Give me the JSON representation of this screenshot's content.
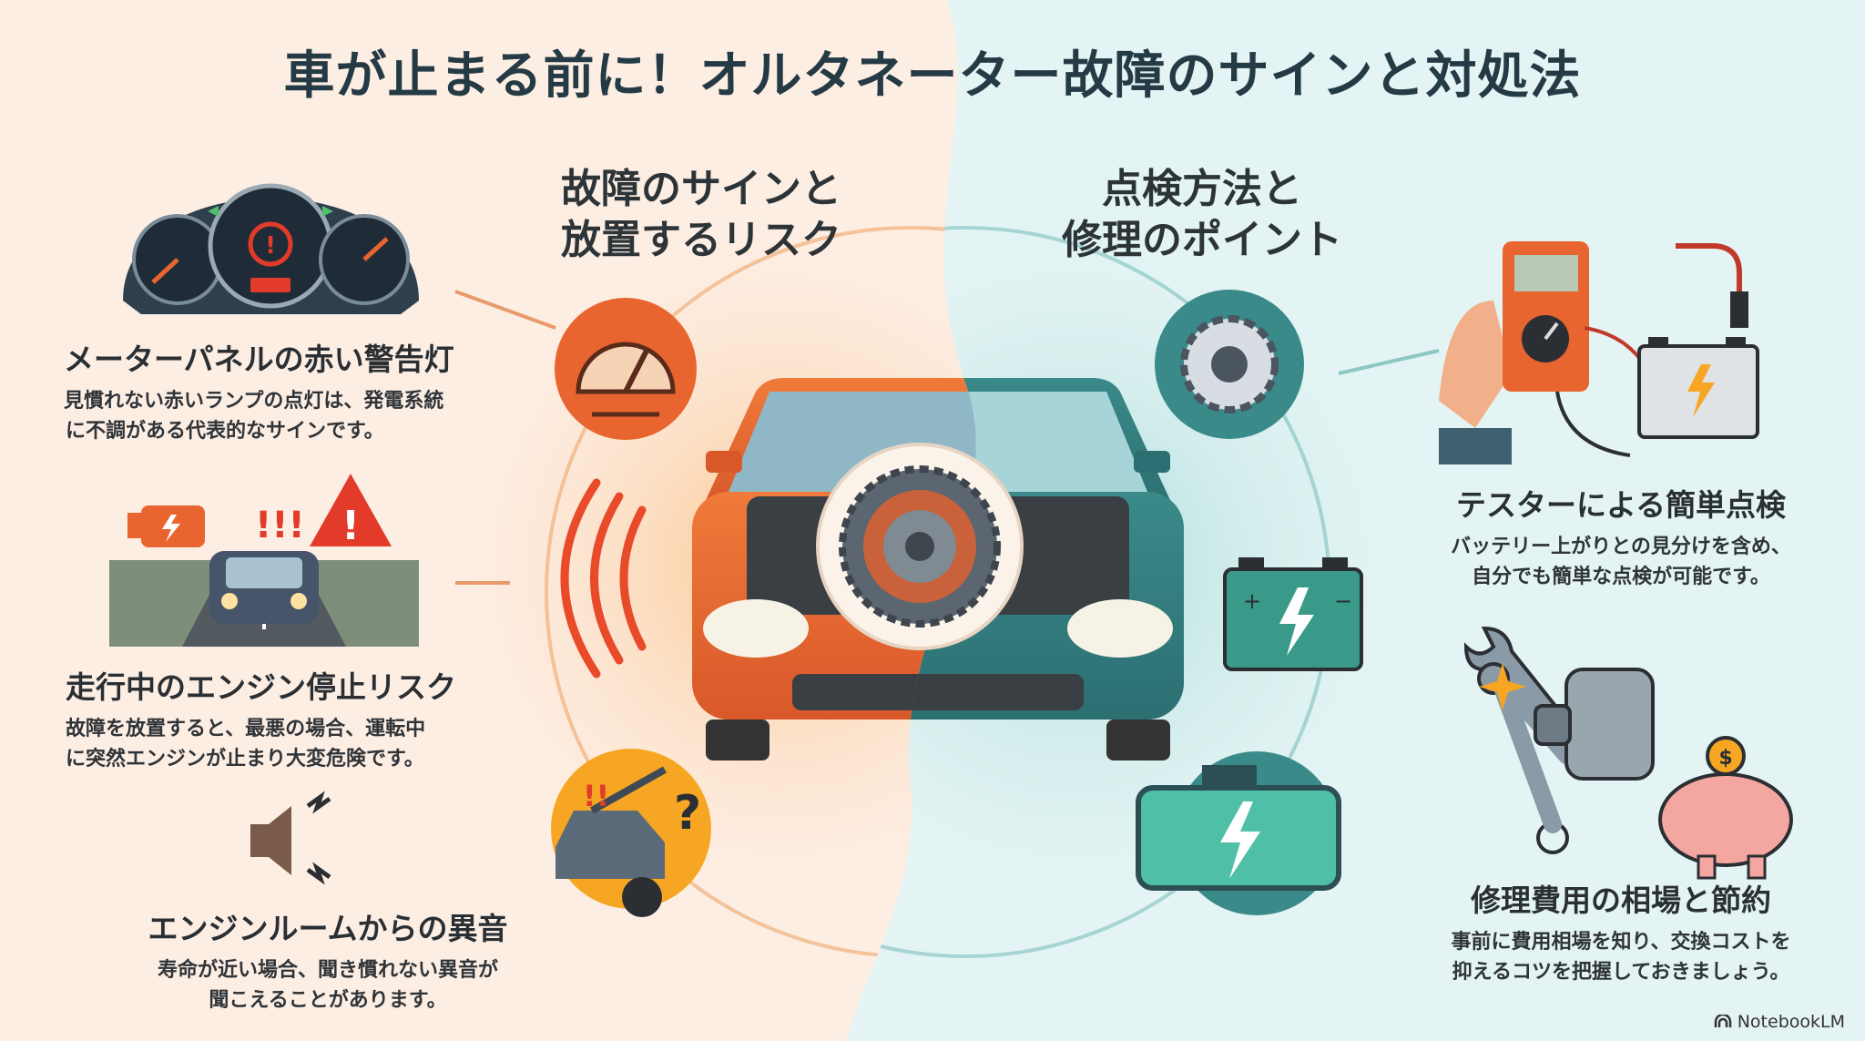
{
  "title": "車が止まる前に！オルタネーター故障のサインと対処法",
  "left": {
    "heading": [
      "故障のサインと",
      "放置するリスク"
    ],
    "items": [
      {
        "title": "メーターパネルの赤い警告灯",
        "desc": [
          "見慣れない赤いランプの点灯は、発電系統",
          "に不調がある代表的なサインです。"
        ]
      },
      {
        "title": "走行中のエンジン停止リスク",
        "desc": [
          "故障を放置すると、最悪の場合、運転中",
          "に突然エンジンが止まり大変危険です。"
        ]
      },
      {
        "title": "エンジンルームからの異音",
        "desc": [
          "寿命が近い場合、聞き慣れない異音が",
          "聞こえることがあります。"
        ]
      }
    ]
  },
  "right": {
    "heading": [
      "点検方法と",
      "修理のポイント"
    ],
    "items": [
      {
        "title": "テスターによる簡単点検",
        "desc": [
          "バッテリー上がりとの見分けを含め、",
          "自分でも簡単な点検が可能です。"
        ]
      },
      {
        "title": "修理費用の相場と節約",
        "desc": [
          "事前に費用相場を知り、交換コストを",
          "抑えるコツを把握しておきましょう。"
        ]
      }
    ]
  },
  "brand": "NotebookLM",
  "colors": {
    "left_bg": "#fdeee4",
    "right_bg": "#e4f4f4",
    "accent_orange": "#e8652f",
    "accent_teal": "#2f8f8c",
    "warn_red": "#e23b2a"
  }
}
